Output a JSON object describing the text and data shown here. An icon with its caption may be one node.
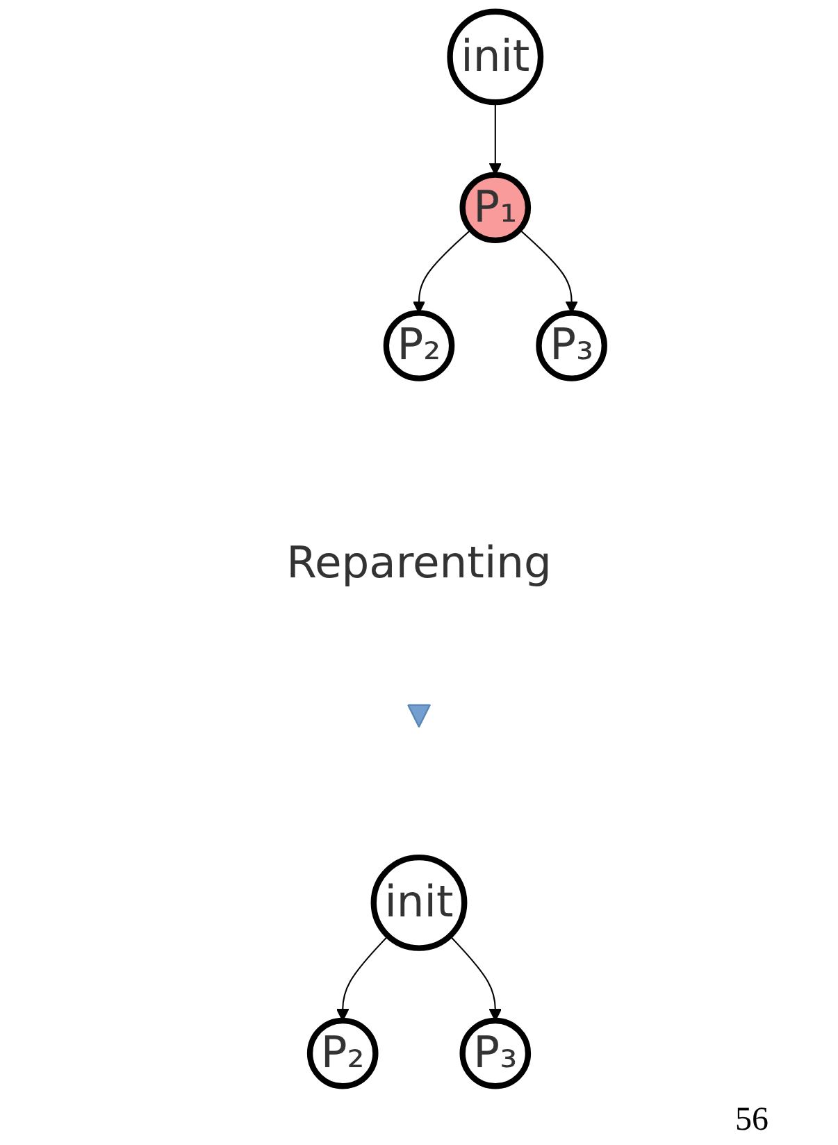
{
  "diagram": {
    "nodes": [
      {
        "text": [
          "init"
        ]
      },
      {
        "text": [
          "P₁"
        ]
      },
      {
        "text": [
          "P₂"
        ]
      },
      {
        "text": [
          "P₃"
        ]
      },
      {
        "text": [],
        "shape": "arrow",
        "beside": [
          "Reparenting"
        ]
      },
      {
        "text": [
          "init"
        ]
      },
      {
        "text": [
          "P₂"
        ]
      },
      {
        "text": [
          "P₃"
        ]
      }
    ],
    "edges": [
      {
        "from": 0,
        "to": 1,
        "arrow": "to"
      },
      {
        "from": 1,
        "to": 2,
        "arrow": "to"
      },
      {
        "from": 1,
        "to": 3,
        "arrow": "to"
      },
      {
        "from": 5,
        "to": 6,
        "arrow": "to"
      },
      {
        "from": 5,
        "to": 7,
        "arrow": "to"
      }
    ],
    "labels": [
      "56"
    ]
  }
}
